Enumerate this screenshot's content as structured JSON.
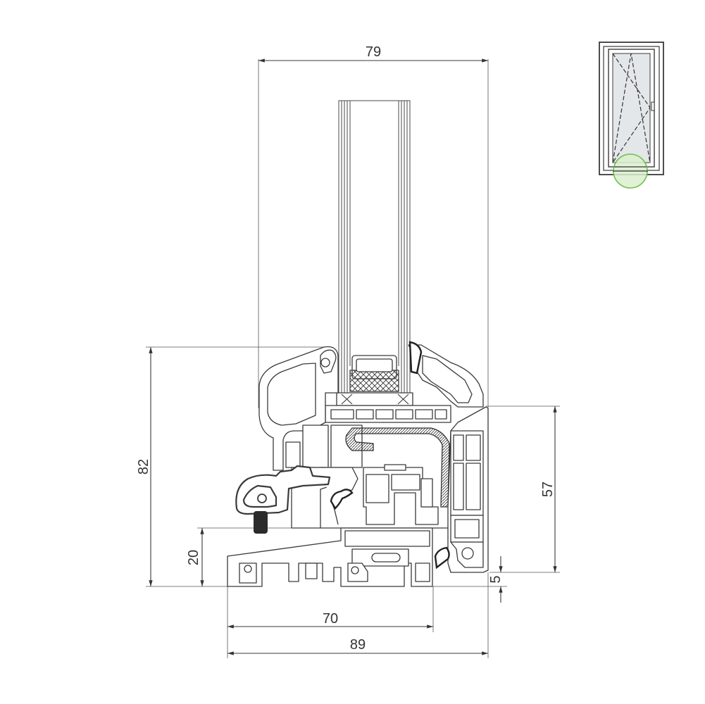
{
  "dimensions": {
    "top_width": "79",
    "total_height": "82",
    "frame_height": "57",
    "sill_height": "20",
    "offset": "5",
    "inner_depth": "70",
    "total_depth": "89"
  },
  "colors": {
    "line": "#3a3a3a",
    "highlight_fill": "#dcefcf",
    "highlight_stroke": "#6cc04a",
    "glass_tint": "#e4e7ea"
  },
  "thumbnail": {
    "type": "tilt-turn window elevation",
    "highlight": "bottom section"
  }
}
